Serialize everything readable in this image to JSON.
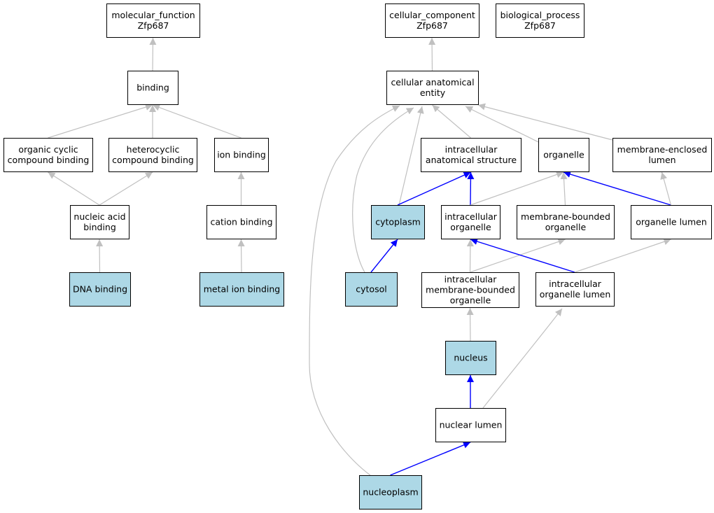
{
  "colors": {
    "highlight_fill": "#add8e6",
    "plain_fill": "#ffffff",
    "gray_edge": "#c0c0c0",
    "blue_edge": "#0000ff"
  },
  "nodes": {
    "molecular_function": {
      "lines": [
        "molecular_function",
        "Zfp687"
      ],
      "highlighted": false
    },
    "binding": {
      "lines": [
        "binding"
      ],
      "highlighted": false
    },
    "organic_cyclic": {
      "lines": [
        "organic cyclic",
        "compound binding"
      ],
      "highlighted": false
    },
    "heterocyclic": {
      "lines": [
        "heterocyclic",
        "compound binding"
      ],
      "highlighted": false
    },
    "ion_binding": {
      "lines": [
        "ion binding"
      ],
      "highlighted": false
    },
    "nucleic_acid": {
      "lines": [
        "nucleic acid",
        "binding"
      ],
      "highlighted": false
    },
    "cation_binding": {
      "lines": [
        "cation binding"
      ],
      "highlighted": false
    },
    "dna_binding": {
      "lines": [
        "DNA binding"
      ],
      "highlighted": true
    },
    "metal_ion_binding": {
      "lines": [
        "metal ion binding"
      ],
      "highlighted": true
    },
    "cellular_component": {
      "lines": [
        "cellular_component",
        "Zfp687"
      ],
      "highlighted": false
    },
    "biological_process": {
      "lines": [
        "biological_process",
        "Zfp687"
      ],
      "highlighted": false
    },
    "cellular_anatomical": {
      "lines": [
        "cellular anatomical",
        "entity"
      ],
      "highlighted": false
    },
    "intracellular_anatomical": {
      "lines": [
        "intracellular",
        "anatomical structure"
      ],
      "highlighted": false
    },
    "organelle": {
      "lines": [
        "organelle"
      ],
      "highlighted": false
    },
    "membrane_enclosed": {
      "lines": [
        "membrane-enclosed",
        "lumen"
      ],
      "highlighted": false
    },
    "cytoplasm": {
      "lines": [
        "cytoplasm"
      ],
      "highlighted": true
    },
    "intracellular_organelle": {
      "lines": [
        "intracellular",
        "organelle"
      ],
      "highlighted": false
    },
    "membrane_bounded": {
      "lines": [
        "membrane-bounded",
        "organelle"
      ],
      "highlighted": false
    },
    "organelle_lumen": {
      "lines": [
        "organelle lumen"
      ],
      "highlighted": false
    },
    "cytosol": {
      "lines": [
        "cytosol"
      ],
      "highlighted": true
    },
    "intracellular_membrane_bounded": {
      "lines": [
        "intracellular",
        "membrane-bounded",
        "organelle"
      ],
      "highlighted": false
    },
    "intracellular_organelle_lumen": {
      "lines": [
        "intracellular",
        "organelle lumen"
      ],
      "highlighted": false
    },
    "nucleus": {
      "lines": [
        "nucleus"
      ],
      "highlighted": true
    },
    "nuclear_lumen": {
      "lines": [
        "nuclear lumen"
      ],
      "highlighted": false
    },
    "nucleoplasm": {
      "lines": [
        "nucleoplasm"
      ],
      "highlighted": true
    }
  },
  "edges": [
    {
      "from": "binding",
      "to": "molecular_function",
      "color": "gray"
    },
    {
      "from": "organic_cyclic",
      "to": "binding",
      "color": "gray"
    },
    {
      "from": "heterocyclic",
      "to": "binding",
      "color": "gray"
    },
    {
      "from": "ion_binding",
      "to": "binding",
      "color": "gray"
    },
    {
      "from": "nucleic_acid",
      "to": "organic_cyclic",
      "color": "gray"
    },
    {
      "from": "nucleic_acid",
      "to": "heterocyclic",
      "color": "gray"
    },
    {
      "from": "cation_binding",
      "to": "ion_binding",
      "color": "gray"
    },
    {
      "from": "dna_binding",
      "to": "nucleic_acid",
      "color": "gray"
    },
    {
      "from": "metal_ion_binding",
      "to": "cation_binding",
      "color": "gray"
    },
    {
      "from": "cellular_anatomical",
      "to": "cellular_component",
      "color": "gray"
    },
    {
      "from": "intracellular_anatomical",
      "to": "cellular_anatomical",
      "color": "gray"
    },
    {
      "from": "organelle",
      "to": "cellular_anatomical",
      "color": "gray"
    },
    {
      "from": "membrane_enclosed",
      "to": "cellular_anatomical",
      "color": "gray"
    },
    {
      "from": "cytoplasm",
      "to": "cellular_anatomical",
      "color": "gray"
    },
    {
      "from": "cytosol",
      "to": "cellular_anatomical",
      "color": "gray"
    },
    {
      "from": "nucleoplasm",
      "to": "cellular_anatomical",
      "color": "gray"
    },
    {
      "from": "cytoplasm",
      "to": "intracellular_anatomical",
      "color": "blue"
    },
    {
      "from": "intracellular_organelle",
      "to": "intracellular_anatomical",
      "color": "blue"
    },
    {
      "from": "intracellular_organelle",
      "to": "organelle",
      "color": "gray"
    },
    {
      "from": "membrane_bounded",
      "to": "organelle",
      "color": "gray"
    },
    {
      "from": "organelle_lumen",
      "to": "organelle",
      "color": "blue"
    },
    {
      "from": "organelle_lumen",
      "to": "membrane_enclosed",
      "color": "gray"
    },
    {
      "from": "cytosol",
      "to": "cytoplasm",
      "color": "blue"
    },
    {
      "from": "intracellular_membrane_bounded",
      "to": "intracellular_organelle",
      "color": "gray"
    },
    {
      "from": "intracellular_membrane_bounded",
      "to": "membrane_bounded",
      "color": "gray"
    },
    {
      "from": "intracellular_organelle_lumen",
      "to": "intracellular_organelle",
      "color": "blue"
    },
    {
      "from": "intracellular_organelle_lumen",
      "to": "organelle_lumen",
      "color": "gray"
    },
    {
      "from": "nucleus",
      "to": "intracellular_membrane_bounded",
      "color": "gray"
    },
    {
      "from": "nuclear_lumen",
      "to": "nucleus",
      "color": "blue"
    },
    {
      "from": "nuclear_lumen",
      "to": "intracellular_organelle_lumen",
      "color": "gray"
    },
    {
      "from": "nucleoplasm",
      "to": "nuclear_lumen",
      "color": "blue"
    }
  ]
}
